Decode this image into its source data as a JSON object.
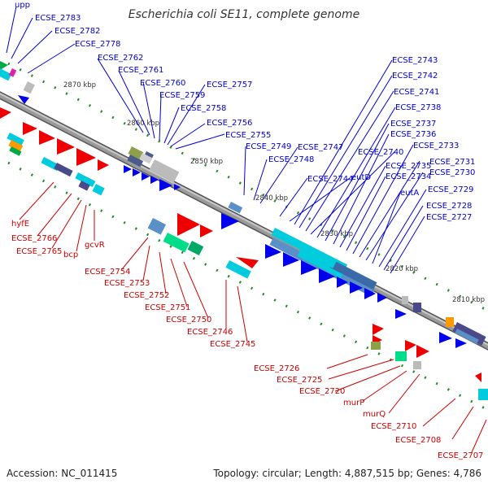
{
  "title": "Escherichia coli SE11, complete genome",
  "accession": "Accession: NC_011415",
  "summary": "Topology: circular; Length: 4,887,515 bp; Genes: 4,786",
  "colors": {
    "plus_strand": "#0000cc",
    "minus_strand": "#cc0000",
    "backbone": "#8a8a8a",
    "tick": "#228b22",
    "cyan": "#00ccdd",
    "steel": "#5a8fc8",
    "grey": "#b8b8b8"
  },
  "kbp_labels": [
    "2870 kbp",
    "2860 kbp",
    "2850 kbp",
    "2840 kbp",
    "2830 kbp",
    "2820 kbp",
    "2810 kbp"
  ],
  "upper_genes": [
    "upp",
    "ECSE_2783",
    "ECSE_2782",
    "ECSE_2778",
    "ECSE_2762",
    "ECSE_2761",
    "ECSE_2760",
    "ECSE_2759",
    "ECSE_2758",
    "ECSE_2757",
    "ECSE_2756",
    "ECSE_2755",
    "ECSE_2749",
    "ECSE_2748",
    "ECSE_2747",
    "ECSE_2744",
    "eutD",
    "ECSE_2743",
    "ECSE_2742",
    "ECSE_2741",
    "ECSE_2740",
    "ECSE_2738",
    "ECSE_2737",
    "ECSE_2736",
    "ECSE_2735",
    "ECSE_2734",
    "ECSE_2733",
    "ECSE_2731",
    "ECSE_2730",
    "eutA",
    "ECSE_2729",
    "ECSE_2728",
    "ECSE_2727"
  ],
  "lower_genes": [
    "hyfE",
    "ECSE_2766",
    "ECSE_2765",
    "bcp",
    "gcvR",
    "ECSE_2754",
    "ECSE_2753",
    "ECSE_2752",
    "ECSE_2751",
    "ECSE_2750",
    "ECSE_2746",
    "ECSE_2745",
    "ECSE_2726",
    "ECSE_2725",
    "ECSE_2720",
    "murP",
    "murQ",
    "ECSE_2710",
    "ECSE_2708",
    "ECSE_2707"
  ]
}
